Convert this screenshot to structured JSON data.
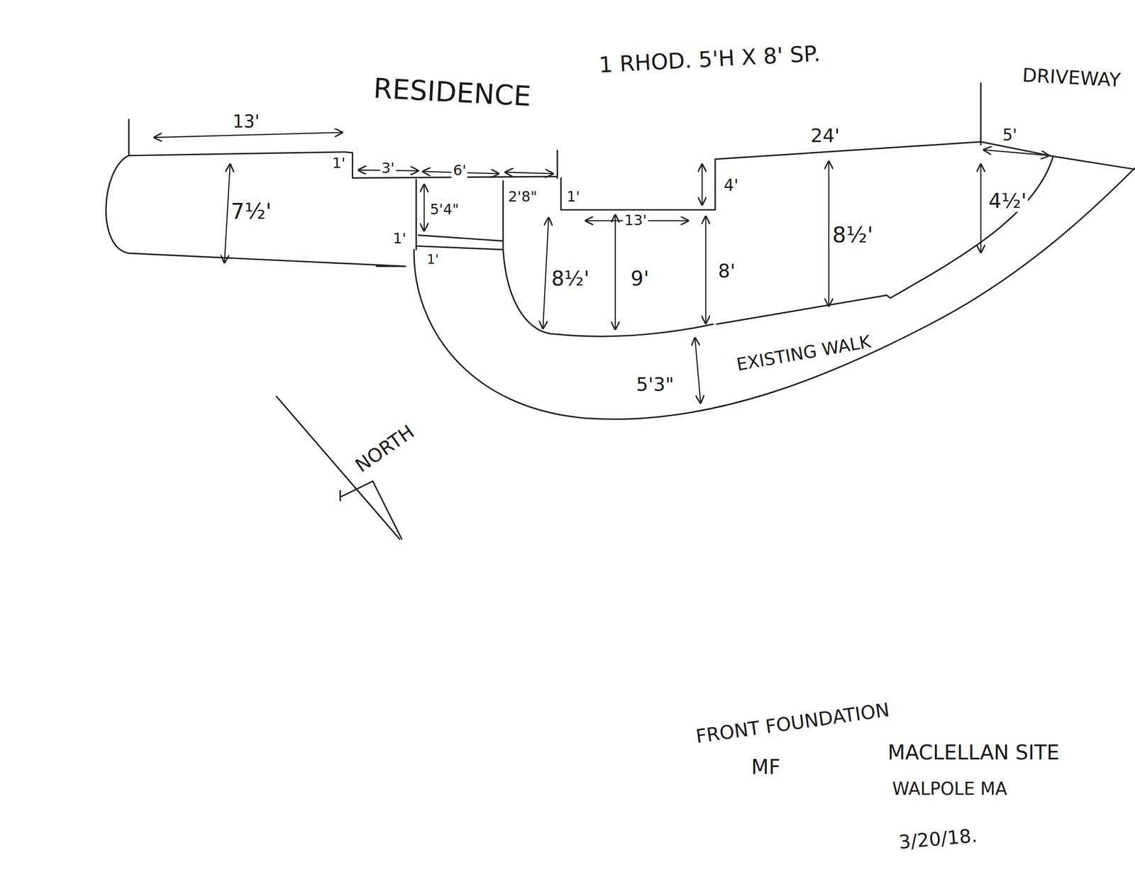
{
  "diagram": {
    "labels": [
      "1 RHOD. 5'H X 8' SP.",
      "RESIDENCE",
      "DRIVEWAY",
      "13'",
      "1'",
      "3'",
      "6'",
      "7½'",
      "5'4\"",
      "2'8\"",
      "1'",
      "13'",
      "4'",
      "24'",
      "5'",
      "4½'",
      "8½'",
      "8½'",
      "9'",
      "8'",
      "1'",
      "1'",
      "5'3\"",
      "EXISTING WALK",
      "NORTH",
      "FRONT FOUNDATION",
      "MF",
      "MACLELLAN SITE",
      "WALPOLE MA",
      "3/20/18."
    ]
  }
}
